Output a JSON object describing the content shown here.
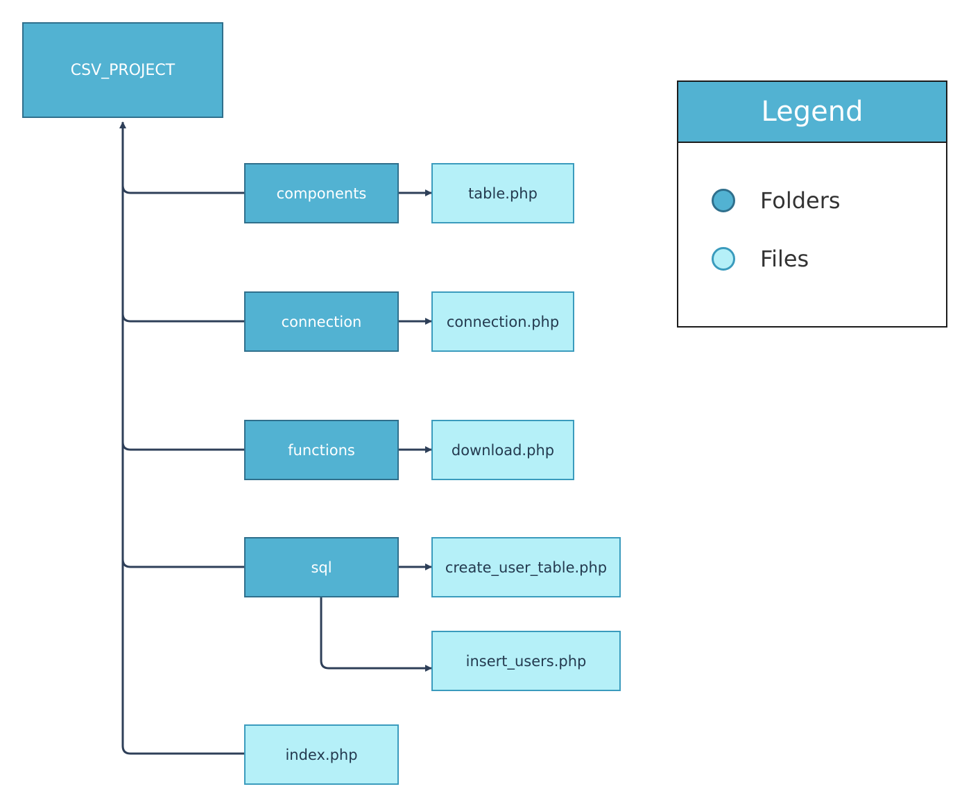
{
  "root": {
    "label": "CSV_PROJECT"
  },
  "folders": [
    {
      "label": "components",
      "files": [
        "table.php"
      ]
    },
    {
      "label": "connection",
      "files": [
        "connection.php"
      ]
    },
    {
      "label": "functions",
      "files": [
        "download.php"
      ]
    },
    {
      "label": "sql",
      "files": [
        "create_user_table.php",
        "insert_users.php"
      ]
    }
  ],
  "root_files": [
    "index.php"
  ],
  "legend": {
    "title": "Legend",
    "items": [
      {
        "label": "Folders",
        "color": "#52b2d2"
      },
      {
        "label": "Files",
        "color": "#b5f0f8"
      }
    ]
  },
  "colors": {
    "folder_fill": "#52b2d2",
    "file_fill": "#b5f0f8",
    "connector": "#2e3f58"
  }
}
